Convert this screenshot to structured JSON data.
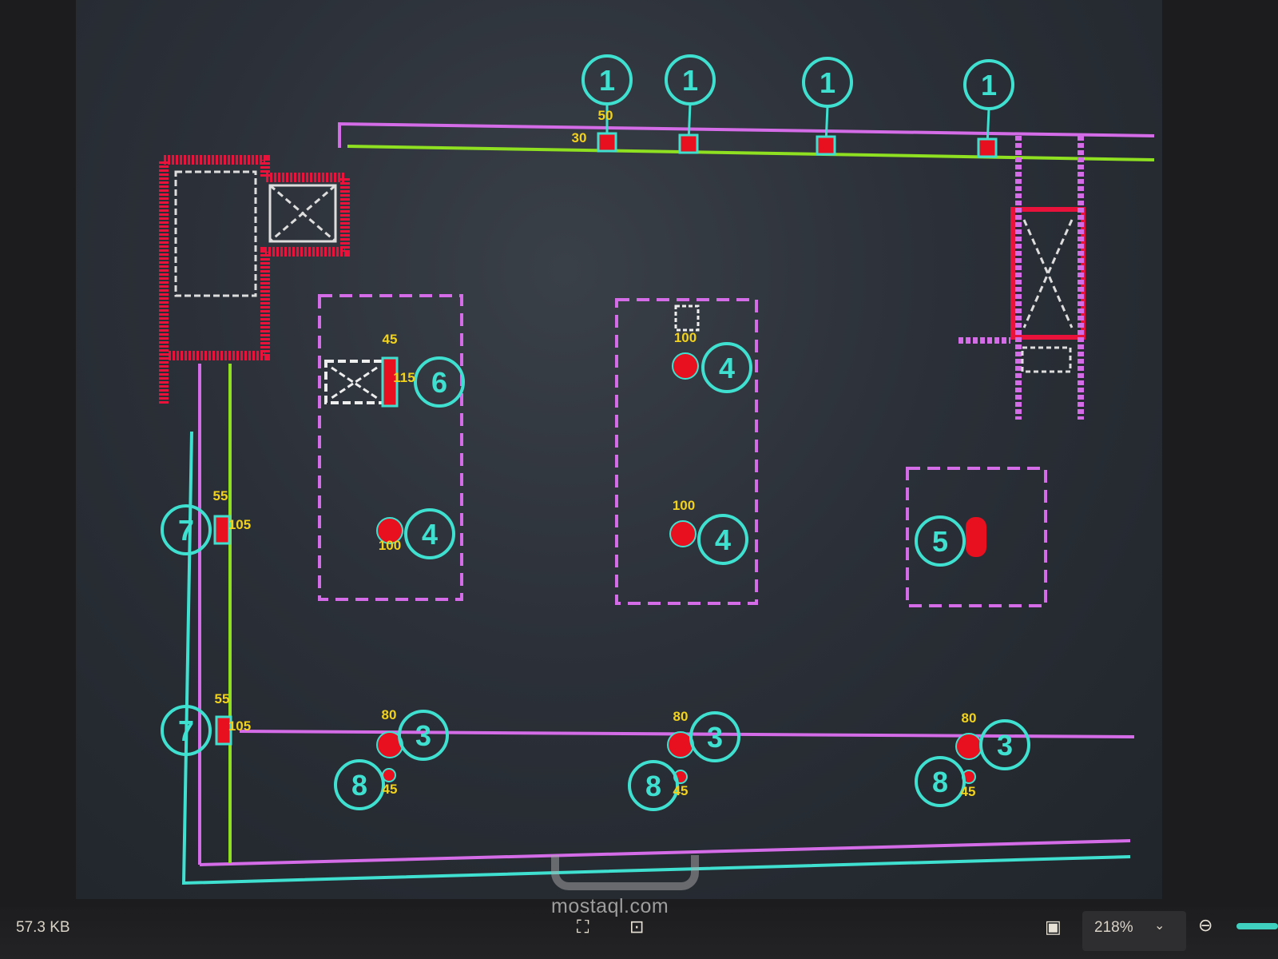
{
  "viewer": {
    "file_size": "57.3 KB",
    "zoom_level": "218%",
    "watermark": "mostaql.com"
  },
  "drawing": {
    "colors": {
      "wall": "#e23a8a",
      "hatch": "#e8123a",
      "beam": "#d46ce8",
      "green": "#8ee020",
      "cyan": "#3fe0d0",
      "dim": "#f2d21a",
      "column": "#e8101e"
    },
    "tags": [
      {
        "number": "1",
        "dims": [
          "50",
          "30"
        ]
      },
      {
        "number": "1",
        "dims": []
      },
      {
        "number": "1",
        "dims": []
      },
      {
        "number": "1",
        "dims": []
      },
      {
        "number": "6",
        "dims": [
          "45",
          "115"
        ]
      },
      {
        "number": "4",
        "dims": [
          "100"
        ]
      },
      {
        "number": "4",
        "dims": [
          "100"
        ]
      },
      {
        "number": "4",
        "dims": [
          "100"
        ]
      },
      {
        "number": "5",
        "dims": []
      },
      {
        "number": "7",
        "dims": [
          "55",
          "105"
        ]
      },
      {
        "number": "7",
        "dims": [
          "55",
          "105"
        ]
      },
      {
        "number": "3",
        "dims": [
          "80"
        ]
      },
      {
        "number": "3",
        "dims": [
          "80"
        ]
      },
      {
        "number": "3",
        "dims": [
          "80"
        ]
      },
      {
        "number": "8",
        "dims": [
          "45"
        ]
      },
      {
        "number": "8",
        "dims": [
          "45"
        ]
      },
      {
        "number": "8",
        "dims": [
          "45"
        ]
      }
    ]
  }
}
